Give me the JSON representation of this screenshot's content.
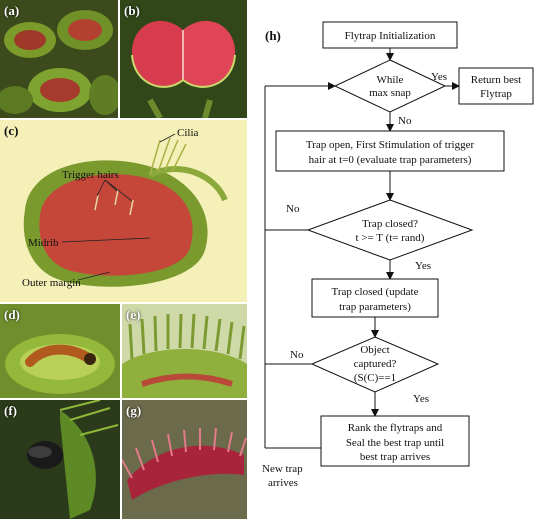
{
  "panels": {
    "a": "(a)",
    "b": "(b)",
    "c": "(c)",
    "d": "(d)",
    "e": "(e)",
    "f": "(f)",
    "g": "(g)",
    "h": "(h)"
  },
  "anatomy": {
    "cilia": "Cilia",
    "trigger_hairs": "Trigger hairs",
    "midrib": "Midrib",
    "outer_margin": "Outer margin"
  },
  "flowchart": {
    "init": "Flytrap Initialization",
    "loop_line1": "While",
    "loop_line2": "max snap",
    "yes1": "Yes",
    "return_line1": "Return best",
    "return_line2": "Flytrap",
    "no1": "No",
    "stim_line1": "Trap open, First Stimulation of trigger",
    "stim_line2": "hair at t=0 (evaluate trap parameters)",
    "closed_q_line1": "Trap closed?",
    "closed_q_line2": "t >= T (t= rand)",
    "no2": "No",
    "yes2": "Yes",
    "closed_line1": "Trap closed (update",
    "closed_line2": "trap parameters)",
    "captured_line1": "Object",
    "captured_line2": "captured?",
    "captured_line3": "(S(C)==1",
    "no3": "No",
    "yes3": "Yes",
    "rank_line1": "Rank the flytraps and",
    "rank_line2": "Seal the best trap until",
    "rank_line3": "best trap arrives",
    "new_trap_line1": "New trap",
    "new_trap_line2": "arrives"
  }
}
